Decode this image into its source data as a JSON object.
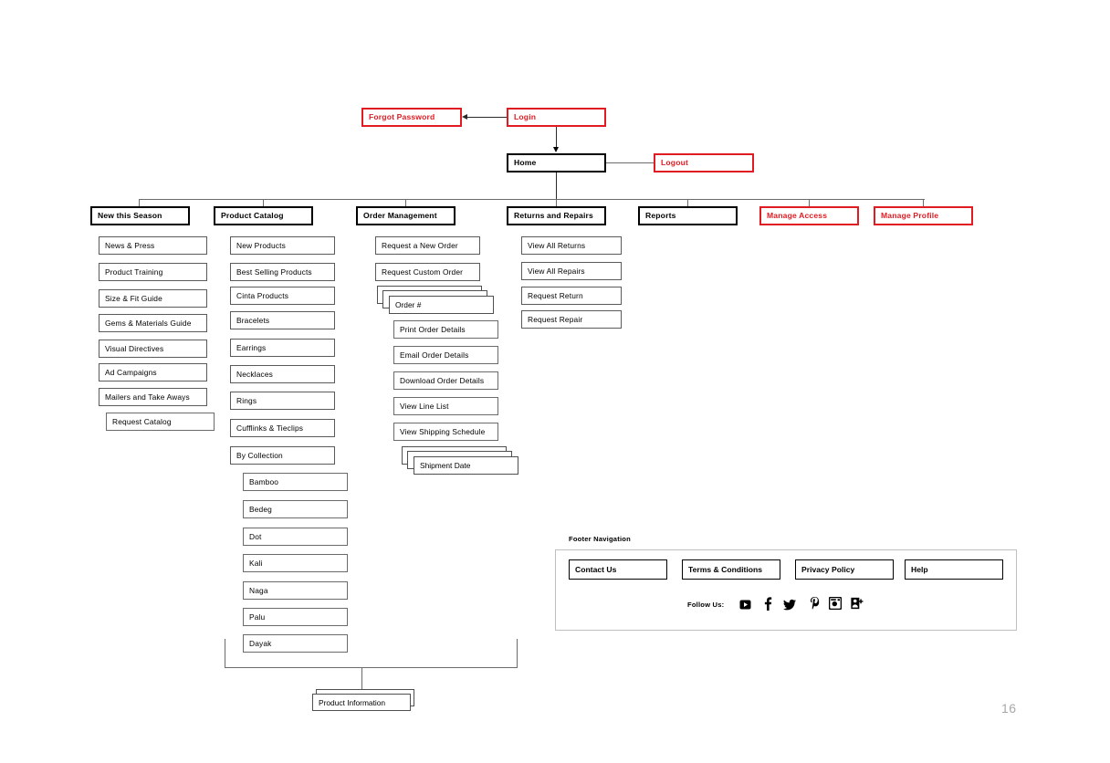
{
  "page": {
    "number": "16",
    "accent_red": "#e01b22",
    "line_color": "#6b6b6b"
  },
  "auth": {
    "forgot_password": "Forgot Password",
    "login": "Login",
    "home": "Home",
    "logout": "Logout"
  },
  "top_level": [
    {
      "label": "New this Season",
      "style": "black"
    },
    {
      "label": "Product Catalog",
      "style": "black"
    },
    {
      "label": "Order Management",
      "style": "black"
    },
    {
      "label": "Returns and Repairs",
      "style": "black"
    },
    {
      "label": "Reports",
      "style": "black"
    },
    {
      "label": "Manage Access",
      "style": "red"
    },
    {
      "label": "Manage Profile",
      "style": "red"
    }
  ],
  "new_this_season": {
    "items": [
      "News & Press",
      "Product Training",
      "Size & Fit Guide",
      "Gems & Materials Guide",
      "Visual Directives",
      "Ad Campaigns",
      "Mailers and Take Aways"
    ],
    "indented": "Request Catalog"
  },
  "product_catalog": {
    "items": [
      "New Products",
      "Best Selling Products",
      "Cinta Products",
      "Bracelets",
      "Earrings",
      "Necklaces",
      "Rings",
      "Cufflinks & Tieclips",
      "By Collection"
    ],
    "collections": [
      "Bamboo",
      "Bedeg",
      "Dot",
      "Kali",
      "Naga",
      "Palu",
      "Dayak"
    ]
  },
  "order_management": {
    "items": [
      "Request a New Order",
      "Request Custom Order"
    ],
    "order_stack": "Order #",
    "order_actions": [
      "Print Order Details",
      "Email Order Details",
      "Download Order Details",
      "View Line List",
      "View Shipping Schedule"
    ],
    "shipment_stack": "Shipment Date"
  },
  "returns_and_repairs": {
    "items": [
      "View All Returns",
      "View All Repairs",
      "Request Return",
      "Request Repair"
    ]
  },
  "product_information": {
    "label": "Product Information"
  },
  "footer": {
    "title": "Footer Navigation",
    "buttons": [
      "Contact Us",
      "Terms & Conditions",
      "Privacy Policy",
      "Help"
    ],
    "follow_label": "Follow Us:",
    "social_icons": [
      "youtube-icon",
      "facebook-icon",
      "twitter-icon",
      "pinterest-icon",
      "instagram-icon",
      "googleplus-icon"
    ]
  }
}
